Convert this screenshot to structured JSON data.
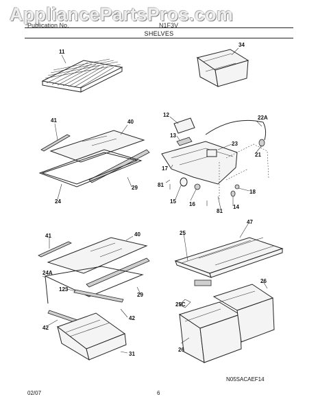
{
  "watermark": "AppliancePartsPros.com",
  "header": {
    "left_text": "Publication No.",
    "right_text": "N1F3V",
    "section_title": "SHELVES"
  },
  "callouts": [
    "11",
    "34",
    "41",
    "40",
    "12",
    "22A",
    "13",
    "23",
    "21",
    "17",
    "29",
    "81",
    "18",
    "24",
    "15",
    "16",
    "14",
    "81",
    "41",
    "40",
    "25",
    "47",
    "24A",
    "26",
    "123",
    "29",
    "25C",
    "42",
    "42",
    "26",
    "31"
  ],
  "drawing_code": "N05SACAEF14",
  "footer": {
    "date": "02/07",
    "page": "6"
  }
}
